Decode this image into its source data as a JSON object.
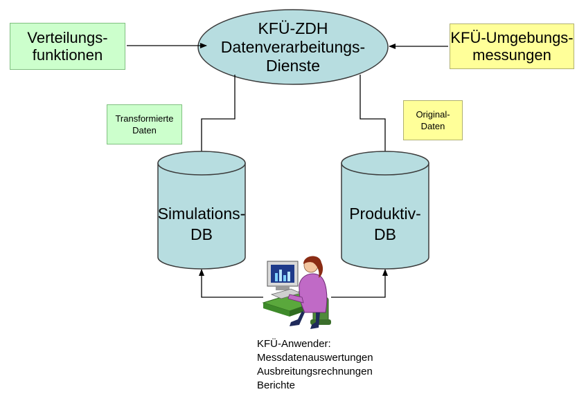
{
  "colors": {
    "green_fill": "#ccffcc",
    "green_border": "#7fbf7f",
    "yellow_fill": "#ffff99",
    "yellow_border": "#b0b070",
    "teal_fill": "#b7dde0",
    "teal_border": "#3b3b3b",
    "arrow": "#000000"
  },
  "nodes": {
    "distribution": "Verteilungs-\nfunktionen",
    "processing": "KFÜ-ZDH\nDatenverarbeitungs-\nDienste",
    "measurements": "KFÜ-Umgebungs-\nmessungen",
    "transformed": "Transformierte\nDaten",
    "original": "Original-\nDaten",
    "simulation_db": "Simulations-\nDB",
    "production_db": "Produktiv-\nDB"
  },
  "user": {
    "icon": "user-at-computer-icon",
    "caption": "KFÜ-Anwender:\nMessdatenauswertungen\nAusbreitungsrechnungen\nBerichte"
  }
}
